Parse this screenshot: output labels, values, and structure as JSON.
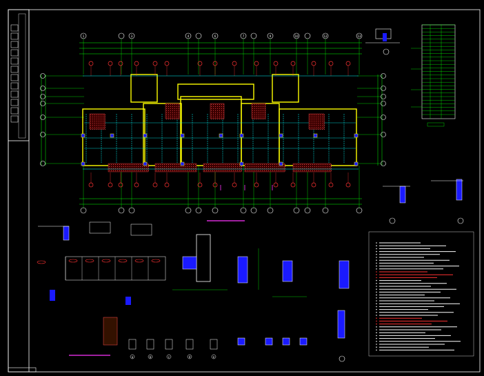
{
  "colors": {
    "background": "#000000",
    "frame": "#ffffff",
    "axis": "#00ff00",
    "wall": "#ffff00",
    "dim": "#00ffff",
    "rebar": "#ff3333",
    "hatch": "#ff4d4d",
    "column": "#1a1aff",
    "magenta": "#ff33ff",
    "bubble_fill": "#ff0000"
  },
  "plan": {
    "title": "",
    "top_axes": [
      "1",
      "",
      "3",
      "4",
      "",
      "6",
      "7",
      "",
      "9",
      "10",
      "",
      "12",
      "13"
    ],
    "left_axes": [
      "F",
      "E",
      "D",
      "C",
      "B",
      "A"
    ]
  },
  "detail_sections": {
    "marks": [
      "a",
      "b",
      "c",
      "d",
      "e"
    ]
  },
  "notes": {
    "heading": ""
  },
  "title_block": {
    "label": ""
  }
}
